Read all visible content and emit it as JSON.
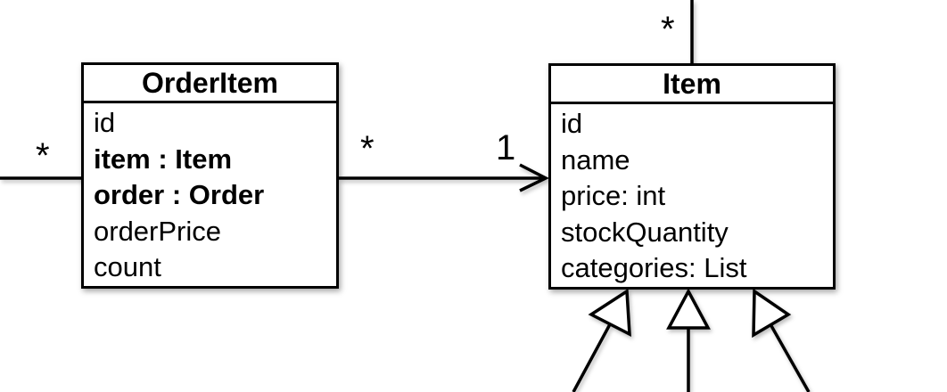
{
  "diagram": {
    "type": "uml-class-diagram",
    "classes": [
      {
        "name": "OrderItem",
        "attributes": [
          "id",
          "item : Item",
          "order : Order",
          "orderPrice",
          "count"
        ],
        "bold_attributes": [
          1,
          2
        ]
      },
      {
        "name": "Item",
        "attributes": [
          "id",
          "name",
          "price: int",
          "stockQuantity",
          "categories: List"
        ],
        "bold_attributes": []
      }
    ],
    "multiplicities": {
      "left_edge": "*",
      "association_source": "*",
      "association_target": "1",
      "top_edge": "*"
    },
    "connectors": {
      "orderitem_to_item": "directed-association",
      "generalization_arrow_count": 3
    },
    "colors": {
      "line": "#000000",
      "fill": "#ffffff",
      "background": "#ffffff"
    }
  }
}
